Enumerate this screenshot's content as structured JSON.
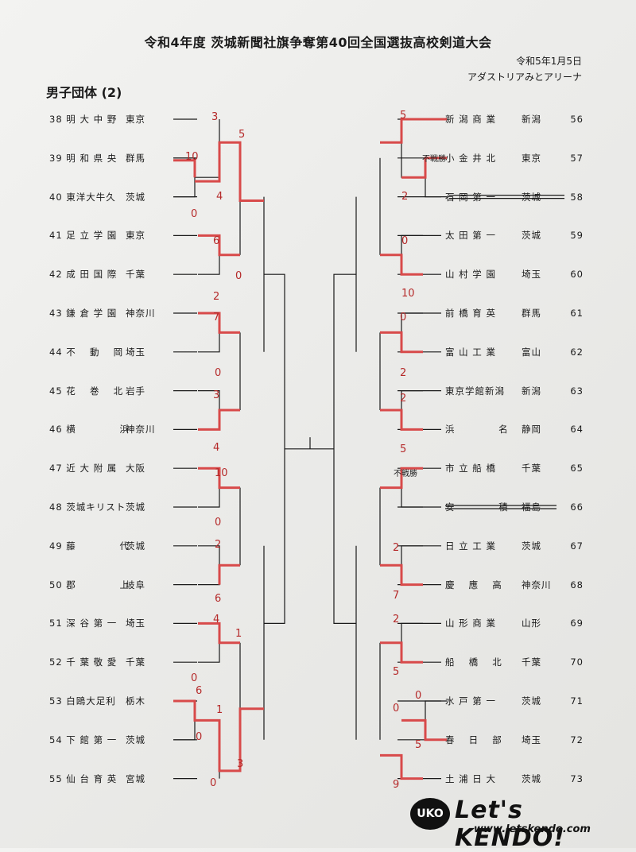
{
  "header": {
    "title": "令和4年度 茨城新聞社旗争奪第40回全国選抜高校剣道大会",
    "date": "令和5年1月5日",
    "venue": "アダストリアみとアリーナ",
    "section": "男子団体 (2)"
  },
  "left_teams": [
    {
      "no": "38",
      "school": "明 大 中 野",
      "pref": "東京"
    },
    {
      "no": "39",
      "school": "明 和 県 央",
      "pref": "群馬"
    },
    {
      "no": "40",
      "school": "東洋大牛久",
      "pref": "茨城"
    },
    {
      "no": "41",
      "school": "足 立 学 園",
      "pref": "東京"
    },
    {
      "no": "42",
      "school": "成 田 国 際",
      "pref": "千葉"
    },
    {
      "no": "43",
      "school": "鎌 倉 学 園",
      "pref": "神奈川"
    },
    {
      "no": "44",
      "school": "不 　動 　岡",
      "pref": "埼玉"
    },
    {
      "no": "45",
      "school": "花 　巻 　北",
      "pref": "岩手"
    },
    {
      "no": "46",
      "school": "横 　　　　浜",
      "pref": "神奈川"
    },
    {
      "no": "47",
      "school": "近 大 附 属",
      "pref": "大阪"
    },
    {
      "no": "48",
      "school": "茨城キリスト",
      "pref": "茨城"
    },
    {
      "no": "49",
      "school": "藤 　　　　代",
      "pref": "茨城"
    },
    {
      "no": "50",
      "school": "郡 　　　　上",
      "pref": "岐阜"
    },
    {
      "no": "51",
      "school": "深 谷 第 一",
      "pref": "埼玉"
    },
    {
      "no": "52",
      "school": "千 葉 敬 愛",
      "pref": "千葉"
    },
    {
      "no": "53",
      "school": "白鴎大足利",
      "pref": "栃木"
    },
    {
      "no": "54",
      "school": "下 館 第 一",
      "pref": "茨城"
    },
    {
      "no": "55",
      "school": "仙 台 育 英",
      "pref": "宮城"
    }
  ],
  "right_teams": [
    {
      "no": "56",
      "school": "新 潟 商 業",
      "pref": "新潟"
    },
    {
      "no": "57",
      "school": "小 金 井 北",
      "pref": "東京"
    },
    {
      "no": "58",
      "school": "石 岡 第 一",
      "pref": "茨城"
    },
    {
      "no": "59",
      "school": "太 田 第 一",
      "pref": "茨城"
    },
    {
      "no": "60",
      "school": "山 村 学 園",
      "pref": "埼玉"
    },
    {
      "no": "61",
      "school": "前 橋 育 英",
      "pref": "群馬"
    },
    {
      "no": "62",
      "school": "富 山 工 業",
      "pref": "富山"
    },
    {
      "no": "63",
      "school": "東京学館新潟",
      "pref": "新潟"
    },
    {
      "no": "64",
      "school": "浜 　　　　名",
      "pref": "静岡"
    },
    {
      "no": "65",
      "school": "市 立 船 橋",
      "pref": "千葉"
    },
    {
      "no": "66",
      "school": "安 　　　　積",
      "pref": "福島"
    },
    {
      "no": "67",
      "school": "日 立 工 業",
      "pref": "茨城"
    },
    {
      "no": "68",
      "school": "慶 　應 　高",
      "pref": "神奈川"
    },
    {
      "no": "69",
      "school": "山 形 商 業",
      "pref": "山形"
    },
    {
      "no": "70",
      "school": "船 　橋 　北",
      "pref": "千葉"
    },
    {
      "no": "71",
      "school": "水 戸 第 一",
      "pref": "茨城"
    },
    {
      "no": "72",
      "school": "春 　日 　部",
      "pref": "埼玉"
    },
    {
      "no": "73",
      "school": "土 浦 日 大",
      "pref": "茨城"
    }
  ],
  "scores": [
    "3",
    "10",
    "4",
    "0",
    "5",
    "6",
    "0",
    "2",
    "7",
    "0",
    "3",
    "4",
    "10",
    "0",
    "2",
    "6",
    "4",
    "1",
    "0",
    "6",
    "1",
    "0",
    "3",
    "0",
    "5",
    "2",
    "0",
    "10",
    "0",
    "2",
    "2",
    "5",
    "2",
    "7",
    "2",
    "5",
    "0",
    "5",
    "0",
    "9"
  ],
  "fusen": [
    "不戦勝",
    "不戦勝"
  ],
  "watermark": {
    "badge": "UKO",
    "logo": "Let's KENDO!",
    "url": "www.letskendo.com"
  },
  "colors": {
    "ink": "#1a1a1a",
    "win_line": "#d84a4a",
    "score": "#b52a2a"
  }
}
